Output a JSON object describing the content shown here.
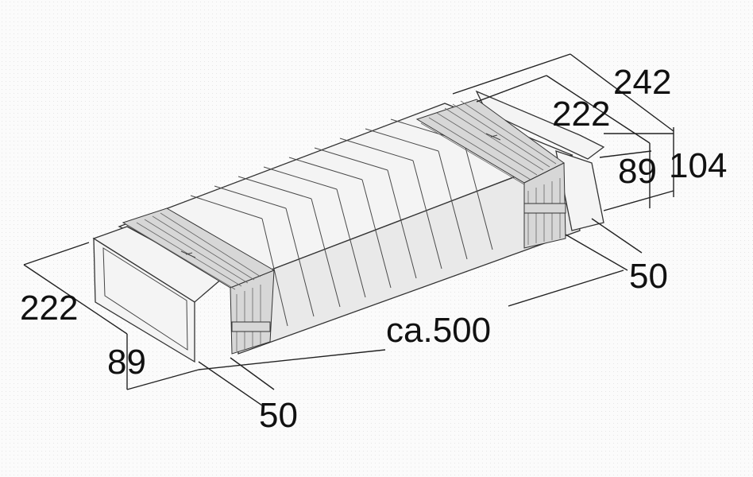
{
  "dimensions": {
    "top_outer_width": "242",
    "top_inner_width": "222",
    "right_outer_height": "104",
    "right_inner_height": "89",
    "right_collar_length": "50",
    "left_width": "222",
    "left_height": "89",
    "left_collar_length": "50",
    "overall_length": "ca.500"
  },
  "colors": {
    "line": "#222222",
    "text": "#111111"
  }
}
